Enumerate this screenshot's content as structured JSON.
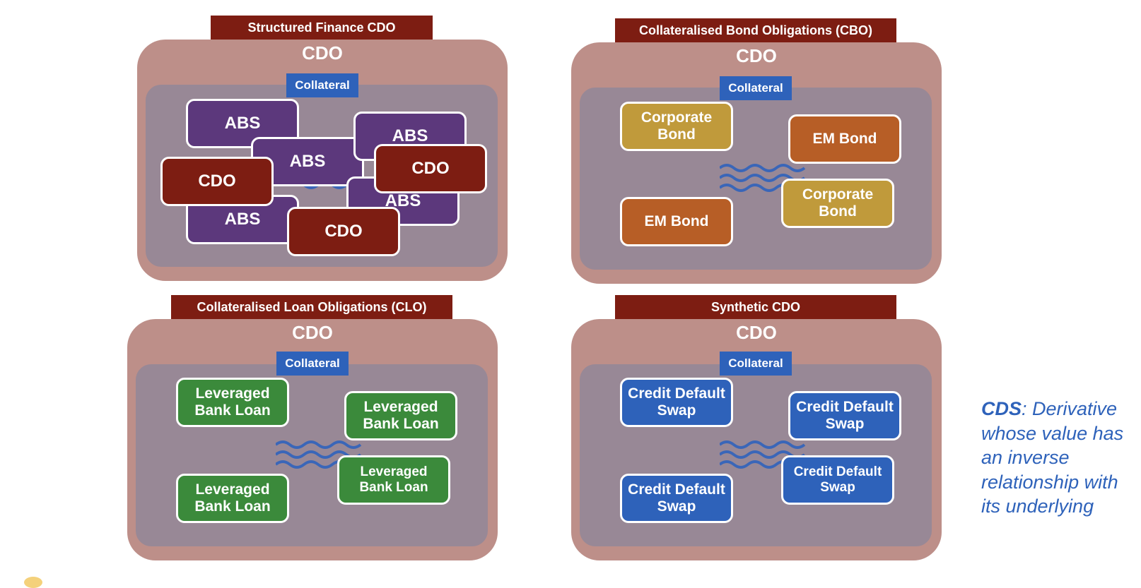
{
  "panels": {
    "sf": {
      "header": "Structured Finance CDO",
      "cdo": "CDO",
      "collateral": "Collateral",
      "items": [
        "ABS",
        "ABS",
        "ABS",
        "ABS",
        "ABS",
        "CDO",
        "CDO",
        "CDO"
      ]
    },
    "cbo": {
      "header": "Collateralised Bond Obligations (CBO)",
      "cdo": "CDO",
      "collateral": "Collateral",
      "items": [
        "Corporate Bond",
        "EM Bond",
        "EM Bond",
        "Corporate Bond"
      ]
    },
    "clo": {
      "header": "Collateralised Loan Obligations (CLO)",
      "cdo": "CDO",
      "collateral": "Collateral",
      "items": [
        "Leveraged Bank Loan",
        "Leveraged Bank Loan",
        "Leveraged Bank Loan",
        "Leveraged Bank Loan"
      ]
    },
    "syn": {
      "header": "Synthetic CDO",
      "cdo": "CDO",
      "collateral": "Collateral",
      "items": [
        "Credit Default Swap",
        "Credit Default Swap",
        "Credit Default Swap",
        "Credit Default Swap"
      ]
    }
  },
  "note": {
    "term": "CDS",
    "text": ": Derivative whose value has an inverse relationship with its underlying"
  },
  "colors": {
    "header": "#7d1d12",
    "outer": "#bd8f89",
    "inner": "#988896",
    "collateral": "#2e62ba",
    "abs": "#5c387c",
    "cdo": "#7d1d12",
    "corporate_bond": "#c09a3b",
    "em_bond": "#b75e26",
    "bank_loan": "#3b8a3b",
    "cds": "#2e62ba",
    "note_text": "#2e62ba"
  }
}
